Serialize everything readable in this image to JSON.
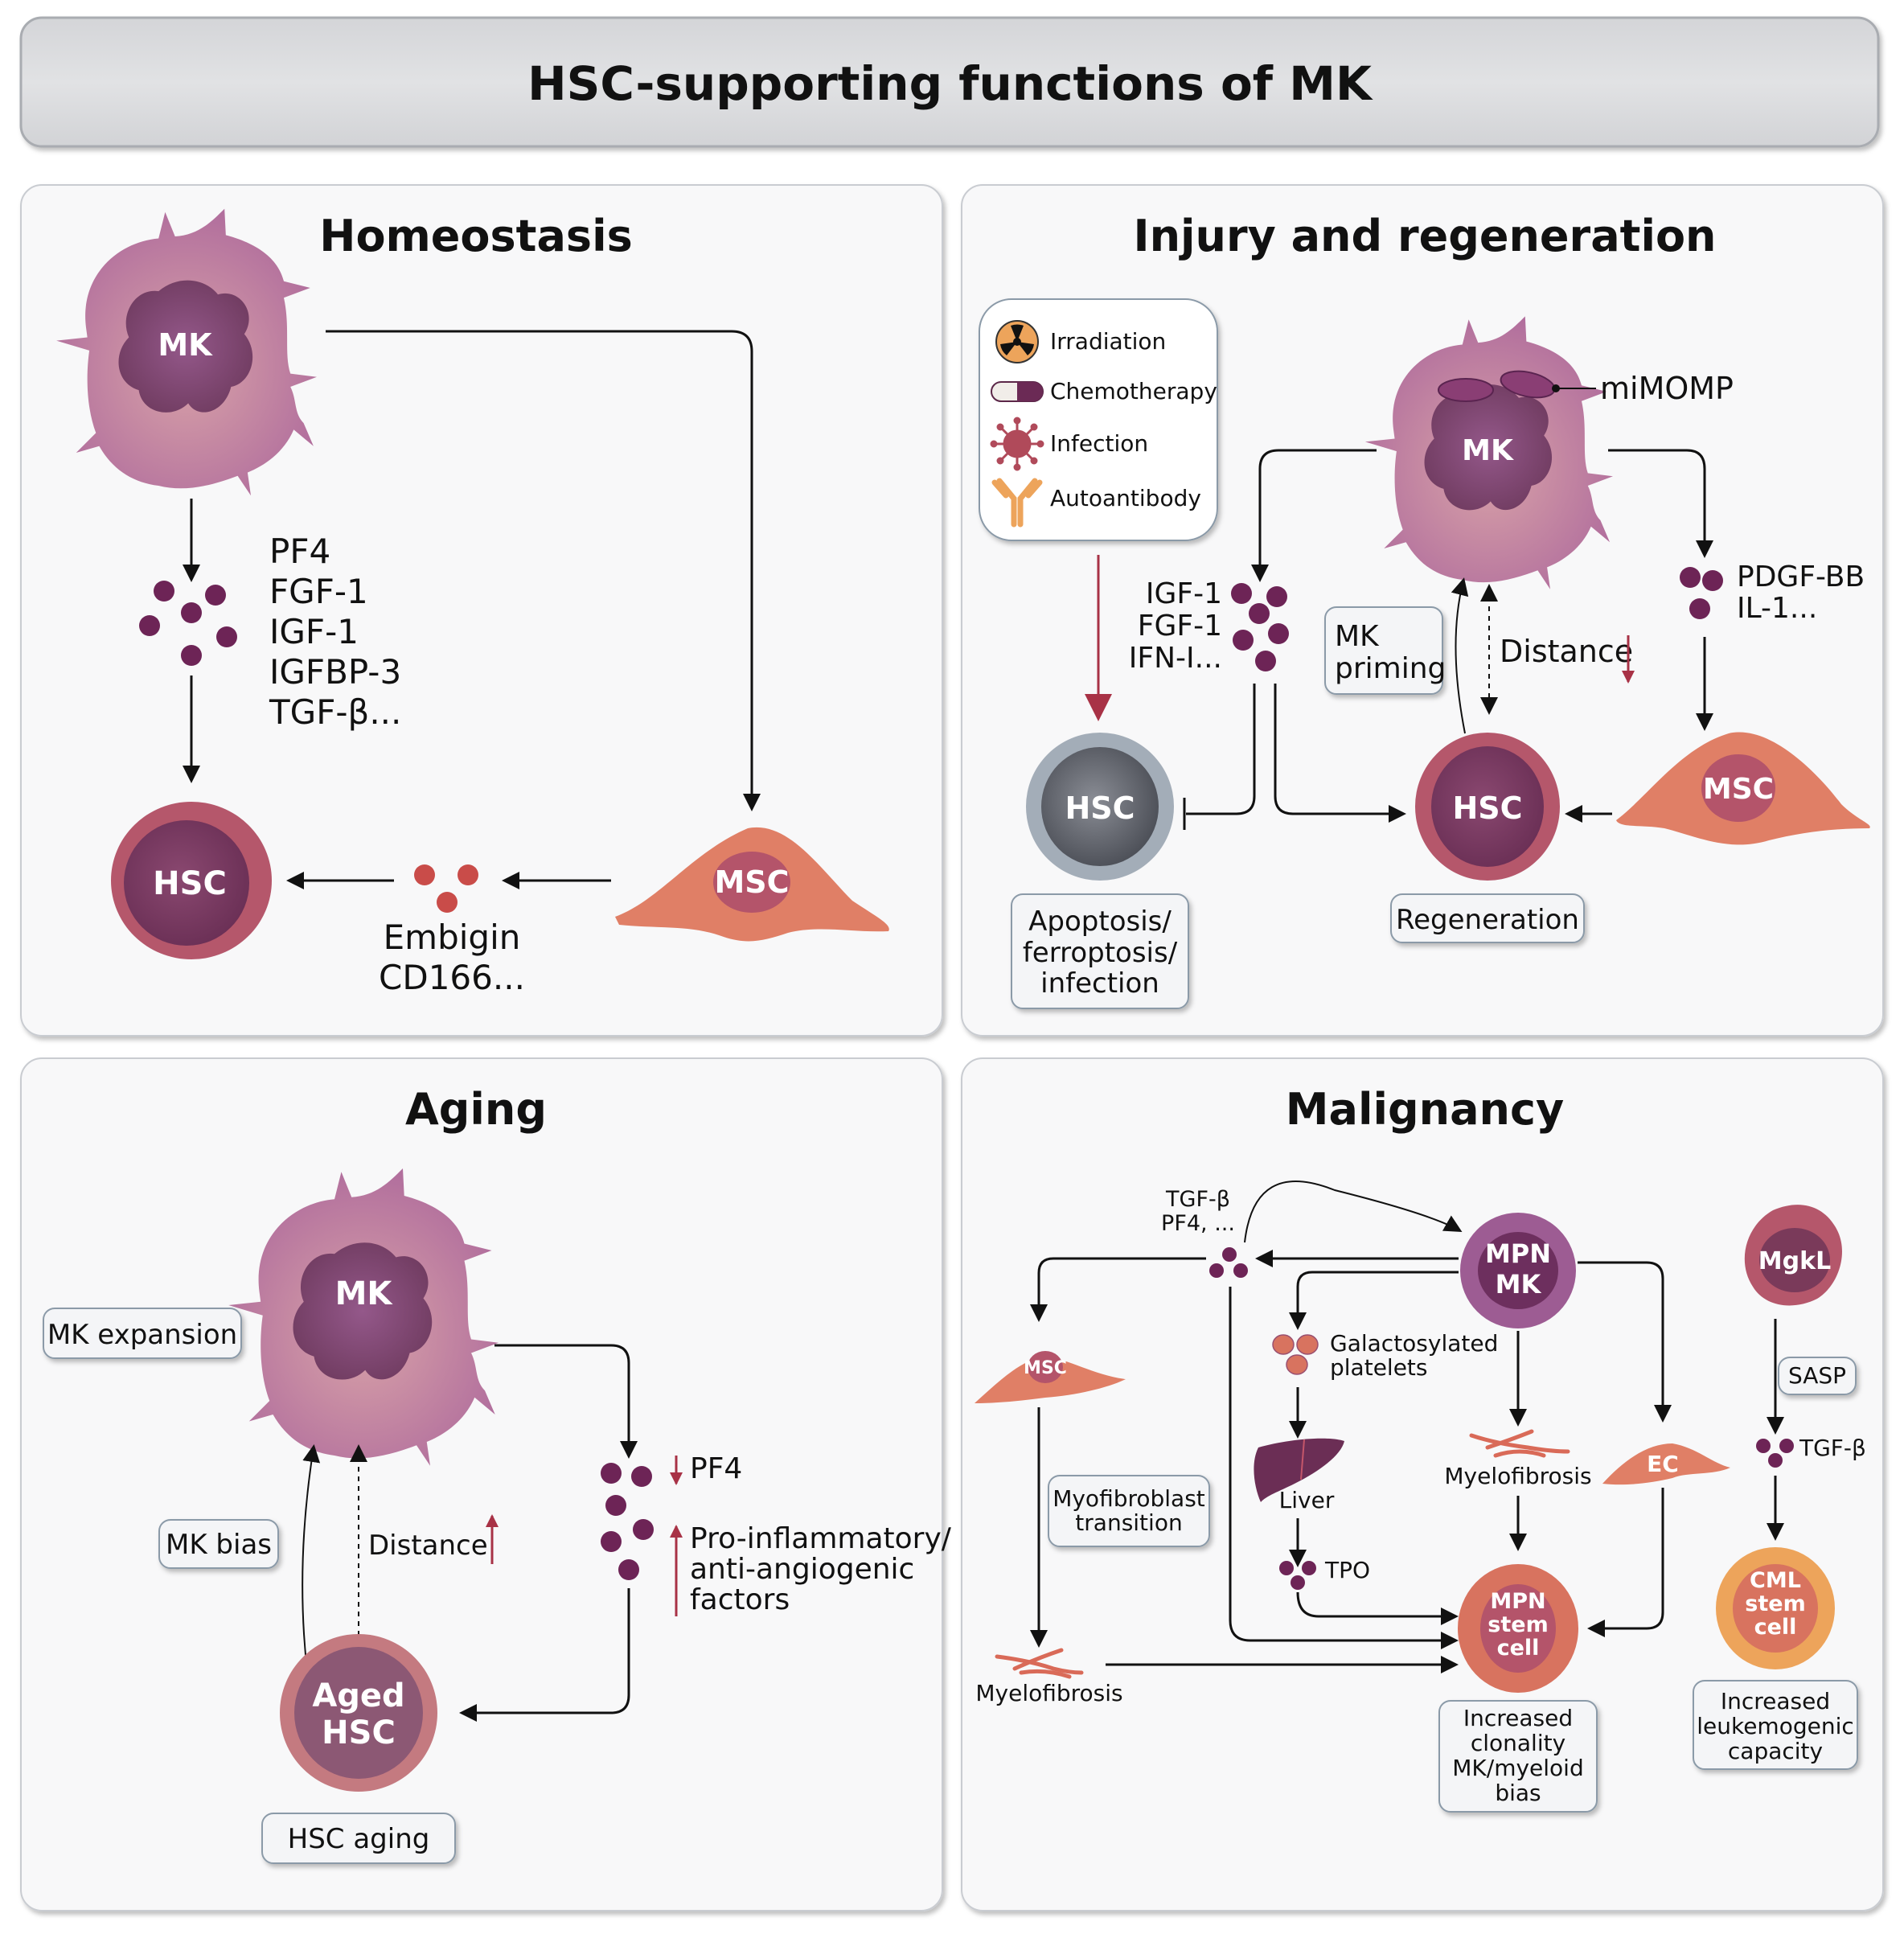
{
  "header": {
    "title": "HSC-supporting functions of MK"
  },
  "colors": {
    "mk": "#b46f9e",
    "mk_nucleus": "#7a4367",
    "hsc_outer": "#b5576b",
    "hsc_inner": "#7a3a5a",
    "msc": "#e07f66",
    "factor": "#6d2456",
    "red_arrow": "#a83246",
    "grey_hsc": "#5c5f66",
    "cml": "#eda45b"
  },
  "panels": {
    "homeostasis": {
      "title": "Homeostasis",
      "mk": "MK",
      "hsc": "HSC",
      "msc": "MSC",
      "factors": [
        "PF4",
        "FGF-1",
        "IGF-1",
        "IGFBP-3",
        "TGF-β..."
      ],
      "msc_factors": [
        "Embigin",
        "CD166..."
      ]
    },
    "injury": {
      "title": "Injury and regeneration",
      "legend": [
        {
          "icon": "radiation-icon",
          "label": "Irradiation"
        },
        {
          "icon": "pill-icon",
          "label": "Chemotherapy"
        },
        {
          "icon": "virus-icon",
          "label": "Infection"
        },
        {
          "icon": "antibody-icon",
          "label": "Autoantibody"
        }
      ],
      "mk": "MK",
      "mitochondria_label": "miMOMP",
      "left_factors": [
        "IGF-1",
        "FGF-1",
        "IFN-I..."
      ],
      "right_factors": [
        "PDGF-BB",
        "IL-1..."
      ],
      "mk_priming": [
        "MK",
        "priming"
      ],
      "distance": "Distance",
      "distance_trend": "decrease",
      "hsc_damaged": "HSC",
      "hsc_regen": "HSC",
      "msc": "MSC",
      "damaged_outcome": [
        "Apoptosis/",
        "ferroptosis/",
        "infection"
      ],
      "regen_outcome": "Regeneration"
    },
    "aging": {
      "title": "Aging",
      "mk": "MK",
      "mk_expansion": "MK expansion",
      "mk_bias": "MK bias",
      "distance": "Distance",
      "distance_trend": "increase",
      "pf4": "PF4",
      "pf4_trend": "decrease",
      "proinflam": [
        "Pro-inflammatory/",
        "anti-angiogenic",
        "factors"
      ],
      "proinflam_trend": "increase",
      "aged_hsc": [
        "Aged",
        "HSC"
      ],
      "hsc_aging": "HSC aging"
    },
    "malignancy": {
      "title": "Malignancy",
      "factors": [
        "TGF-β",
        "PF4, ..."
      ],
      "mpn_mk": [
        "MPN",
        "MK"
      ],
      "mgkl": "MgkL",
      "msc": "MSC",
      "galacto": [
        "Galactosylated",
        "platelets"
      ],
      "liver": "Liver",
      "tpo": "TPO",
      "myelofibrosis_center": "Myelofibrosis",
      "myelofibrosis_left": "Myelofibrosis",
      "ec": "EC",
      "myofibroblast": [
        "Myofibroblast",
        "transition"
      ],
      "sasp": "SASP",
      "tgfb": "TGF-β",
      "mpn_stem": [
        "MPN",
        "stem",
        "cell"
      ],
      "cml_stem": [
        "CML",
        "stem",
        "cell"
      ],
      "mpn_outcome": [
        "Increased",
        "clonality",
        "MK/myeloid",
        "bias"
      ],
      "cml_outcome": [
        "Increased",
        "leukemogenic",
        "capacity"
      ]
    }
  }
}
